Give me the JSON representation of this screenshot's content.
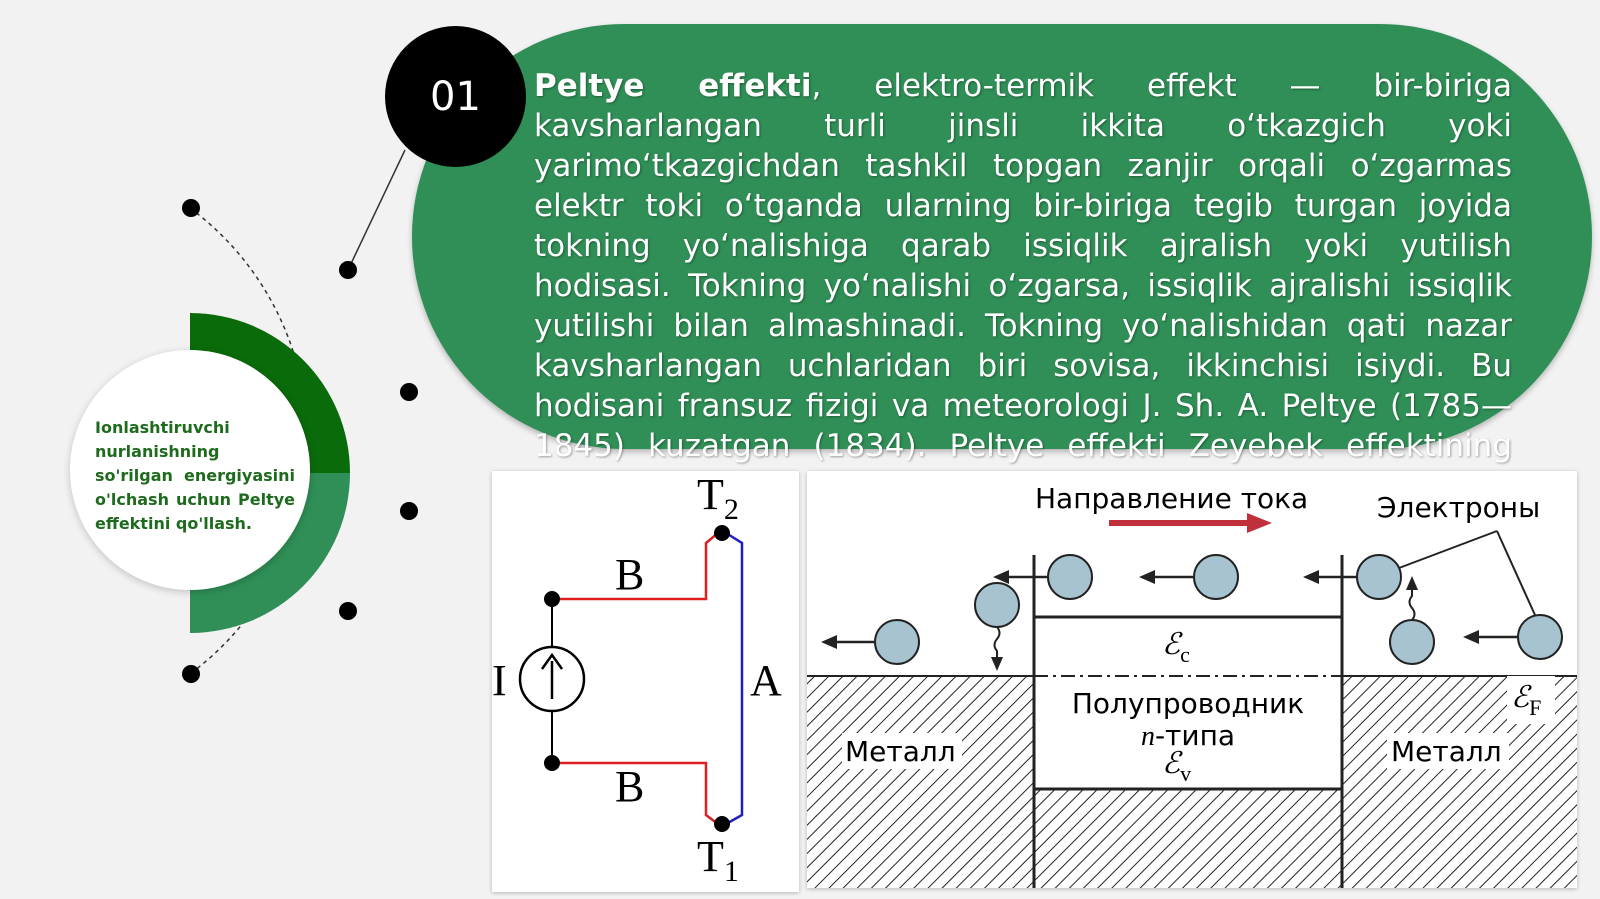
{
  "badge": {
    "number": "01"
  },
  "description": {
    "term": "Peltye effekti",
    "text": ", elektro-termik effekt — bir-biriga kavsharlangan turli jinsli ikkita o‘tkazgich yoki yarimo‘tkazgichdan tashkil topgan zanjir orqali o‘zgarmas elektr toki o‘tganda ularning bir-biriga tegib turgan joyida tokning yo‘nalishiga qarab issiqlik ajralish yoki yutilish hodisasi. Tokning yo‘nalishi o‘zgarsa, issiqlik ajralishi issiqlik yutilishi bilan almashinadi. Tokning yo‘nalishidan qati nazar kavsharlangan uchlaridan biri sovisa, ikkinchisi isiydi. Bu hodisani fransuz fizigi va meteorologi J. Sh. A. Peltye (1785— 1845) kuzatgan (1834). Peltye effekti Zeyebek effektining aksidir."
  },
  "side_caption": "Ionlashtiruvchi nurlanishning so'rilgan energiyasini o'lchash uchun Peltye effektini qo'llash.",
  "circuit": {
    "current_label": "I",
    "wire_b_top": "B",
    "wire_b_bottom": "B",
    "wire_a": "A",
    "junction_top": "T",
    "junction_top_sub": "2",
    "junction_bottom": "T",
    "junction_bottom_sub": "1"
  },
  "band_diagram": {
    "current_direction": "Направление тока",
    "electrons": "Электроны",
    "metal_left": "Металл",
    "metal_right": "Металл",
    "semiconductor_line1": "Полупроводник",
    "semiconductor_n": "n",
    "semiconductor_line2": "-типа",
    "level_c": "ℰ",
    "level_c_sub": "c",
    "level_v": "ℰ",
    "level_v_sub": "v",
    "level_f": "ℰ",
    "level_f_sub": "F"
  },
  "colors": {
    "bubble": "#2f8f56",
    "ring_dark": "#0a6b0a",
    "ring_light": "#2f8f56",
    "wire_b": "#e02020",
    "wire_a": "#2020c0",
    "arrow": "#c0303a",
    "electron": "#a7c3cf"
  }
}
